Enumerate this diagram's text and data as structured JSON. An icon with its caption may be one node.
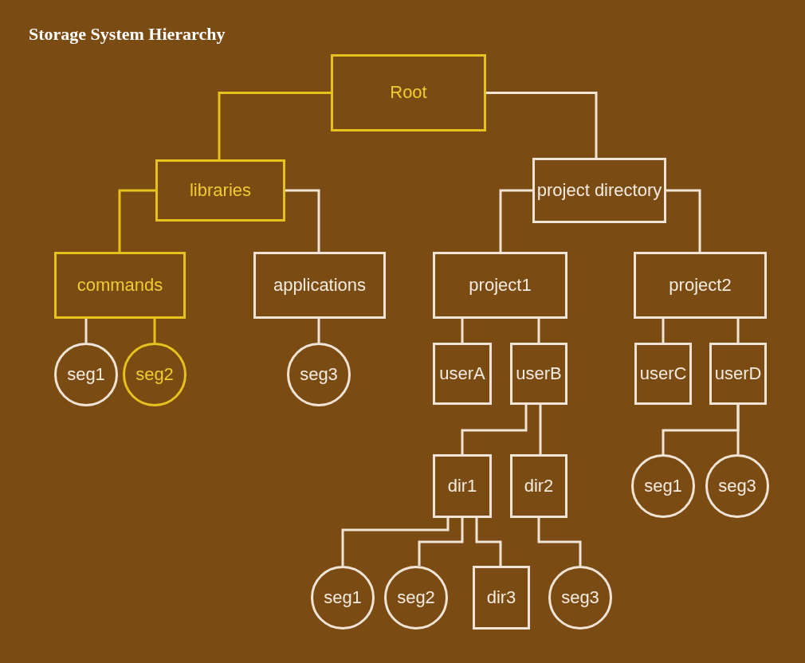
{
  "diagram": {
    "title": "Storage System Hierarchy",
    "nodes": [
      {
        "text": [
          "Root"
        ]
      },
      {
        "text": [
          "libraries"
        ]
      },
      {
        "text": [
          "project directory"
        ]
      },
      {
        "text": [
          "commands"
        ]
      },
      {
        "text": [
          "applications"
        ]
      },
      {
        "text": [
          "project1"
        ]
      },
      {
        "text": [
          "project2"
        ]
      },
      {
        "text": [
          "seg1"
        ]
      },
      {
        "text": [
          "seg2"
        ]
      },
      {
        "text": [
          "seg3"
        ]
      },
      {
        "text": [
          "userA"
        ]
      },
      {
        "text": [
          "userB"
        ]
      },
      {
        "text": [
          "userC"
        ]
      },
      {
        "text": [
          "userD"
        ]
      },
      {
        "text": [
          "dir1"
        ]
      },
      {
        "text": [
          "dir2"
        ]
      },
      {
        "text": [
          "seg1"
        ]
      },
      {
        "text": [
          "seg3"
        ]
      },
      {
        "text": [
          "seg1"
        ]
      },
      {
        "text": [
          "seg2"
        ]
      },
      {
        "text": [
          "dir3"
        ]
      },
      {
        "text": [
          "seg3"
        ]
      }
    ],
    "edges": [
      {
        "from": 0,
        "to": 1,
        "arrow": "none",
        "color": "#e6c21e"
      },
      {
        "from": 0,
        "to": 2,
        "arrow": "none"
      },
      {
        "from": 1,
        "to": 3,
        "arrow": "none",
        "color": "#e6c21e"
      },
      {
        "from": 1,
        "to": 4,
        "arrow": "none"
      },
      {
        "from": 2,
        "to": 5,
        "arrow": "none"
      },
      {
        "from": 2,
        "to": 6,
        "arrow": "none"
      },
      {
        "from": 3,
        "to": 7,
        "arrow": "none"
      },
      {
        "from": 3,
        "to": 8,
        "arrow": "none",
        "color": "#e6c21e"
      },
      {
        "from": 4,
        "to": 9,
        "arrow": "none"
      },
      {
        "from": 5,
        "to": 10,
        "arrow": "none"
      },
      {
        "from": 5,
        "to": 11,
        "arrow": "none"
      },
      {
        "from": 6,
        "to": 12,
        "arrow": "none"
      },
      {
        "from": 6,
        "to": 13,
        "arrow": "none"
      },
      {
        "from": 11,
        "to": 14,
        "arrow": "none"
      },
      {
        "from": 11,
        "to": 15,
        "arrow": "none"
      },
      {
        "from": 13,
        "to": 16,
        "arrow": "none"
      },
      {
        "from": 13,
        "to": 17,
        "arrow": "none"
      },
      {
        "from": 14,
        "to": 18,
        "arrow": "none"
      },
      {
        "from": 14,
        "to": 19,
        "arrow": "none"
      },
      {
        "from": 14,
        "to": 20,
        "arrow": "none"
      },
      {
        "from": 15,
        "to": 21,
        "arrow": "none"
      }
    ]
  }
}
